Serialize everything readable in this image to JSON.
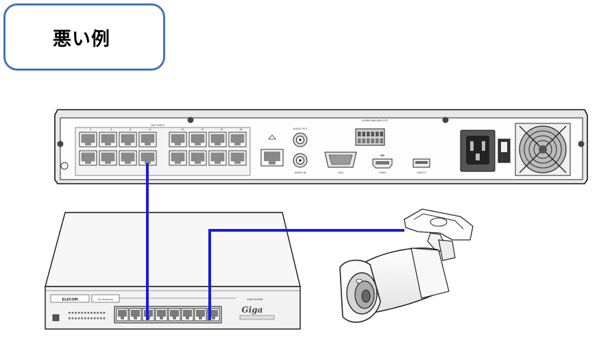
{
  "title_box": {
    "label": "悪い例"
  },
  "nvr": {
    "poe_ports_label": "PoE PORTS",
    "poe_port_numbers_top": [
      "2",
      "4",
      "6",
      "8",
      "10",
      "12",
      "14",
      "16"
    ],
    "lan_label": "",
    "audio_out_label": "AUDIO OUT",
    "audio_in_label": "AUDIO IN",
    "vga_label": "VGA",
    "hdmi_label": "HDMI",
    "usb_label": "USB2.0",
    "alarm_in_label": "ALARM IN",
    "alarm_out_label": "ALARM OUT"
  },
  "switch": {
    "brand": "ELECOM",
    "series": "For Business",
    "model": "EHB-SG2B08",
    "logo": "Giga"
  },
  "colors": {
    "cable": "#1a1adb",
    "outline": "#111111",
    "label_border": "#4472c4"
  },
  "icons": [
    "camera",
    "network-switch",
    "nvr-recorder",
    "power-inlet",
    "fan-grille"
  ]
}
